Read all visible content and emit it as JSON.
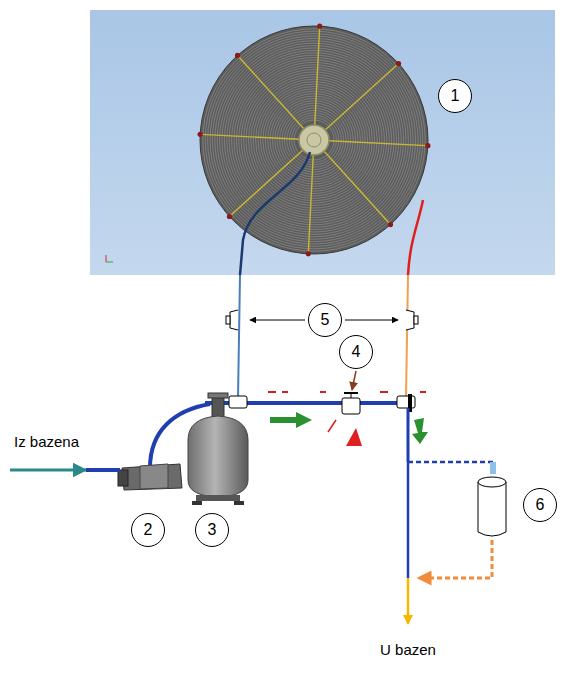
{
  "diagram": {
    "nodes": [
      {
        "text": [
          "1"
        ]
      },
      {
        "text": [
          "5"
        ]
      },
      {
        "text": [
          "4"
        ]
      },
      {
        "text": [
          "2"
        ]
      },
      {
        "text": [
          "3"
        ]
      },
      {
        "text": [
          "6"
        ]
      }
    ],
    "labels": [
      "Iz bazena",
      "U bazen"
    ]
  }
}
